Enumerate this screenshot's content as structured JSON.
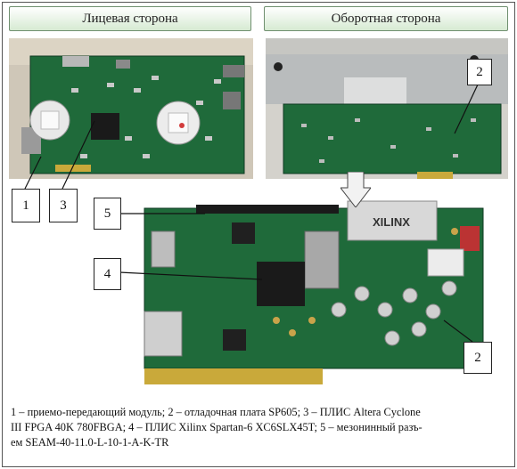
{
  "headers": {
    "front": "Лицевая сторона",
    "back": "Оборотная сторона"
  },
  "callouts": {
    "c1": "1",
    "c2_top": "2",
    "c3": "3",
    "c4": "4",
    "c5": "5",
    "c2_bottom": "2"
  },
  "board_labels": {
    "xilinx": "XILINX"
  },
  "caption": {
    "line1": "1 – приемо-передающий модуль; 2 – отладочная плата SP605; 3 – ПЛИС Altera Cyclone",
    "line2": "III FPGA 40K 780FBGA; 4 – ПЛИС Xilinx Spartan-6 XC6SLX45T; 5 – мезонинный разъ-",
    "line3": "ем SEAM-40-11.0-L-10-1-A-K-TR"
  },
  "colors": {
    "pcb_green": "#1f6a3a",
    "pcb_dark": "#12452a",
    "header_gradient_end": "#d6ead2"
  }
}
